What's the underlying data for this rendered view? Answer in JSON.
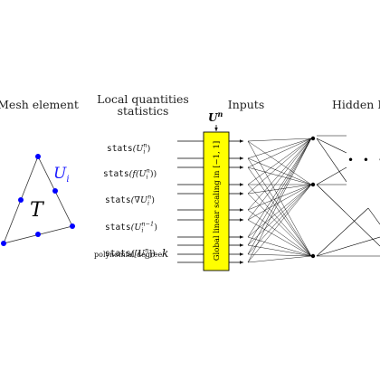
{
  "headings": {
    "mesh_element": "Mesh element",
    "local_quantities_line1": "Local quantities",
    "local_quantities_line2": "statistics",
    "inputs": "Inputs",
    "hidden_layers": "Hidden La"
  },
  "mesh": {
    "element_label": "T",
    "data_label": "U",
    "data_label_sub": "i",
    "vertex_color": "#0000ff",
    "label_color": "#1a1aff"
  },
  "stats": [
    {
      "prefix": "stats",
      "arg": "(U",
      "sup": "n",
      "sub": "i",
      "suffix": ")"
    },
    {
      "prefix": "stats",
      "arg": "(f(U",
      "sup": "n",
      "sub": "i",
      "suffix": "))"
    },
    {
      "prefix": "stats",
      "arg": "(∇U",
      "sup": "n",
      "sub": "i",
      "suffix": ")"
    },
    {
      "prefix": "stats",
      "arg": "(U",
      "sup": "n−1",
      "sub": "i",
      "suffix": ")"
    },
    {
      "prefix": "stats",
      "arg": "([U",
      "sup": "n",
      "sub": "i",
      "suffix": "])"
    }
  ],
  "degree": {
    "text": "polynomial degree",
    "symbol": "k"
  },
  "scaling": {
    "label": "Global linear scaling in [−1, 1]",
    "fill": "#ffff00"
  },
  "input_marker": {
    "symbol": "U",
    "sup": "n"
  },
  "hidden_dots": "• • •"
}
